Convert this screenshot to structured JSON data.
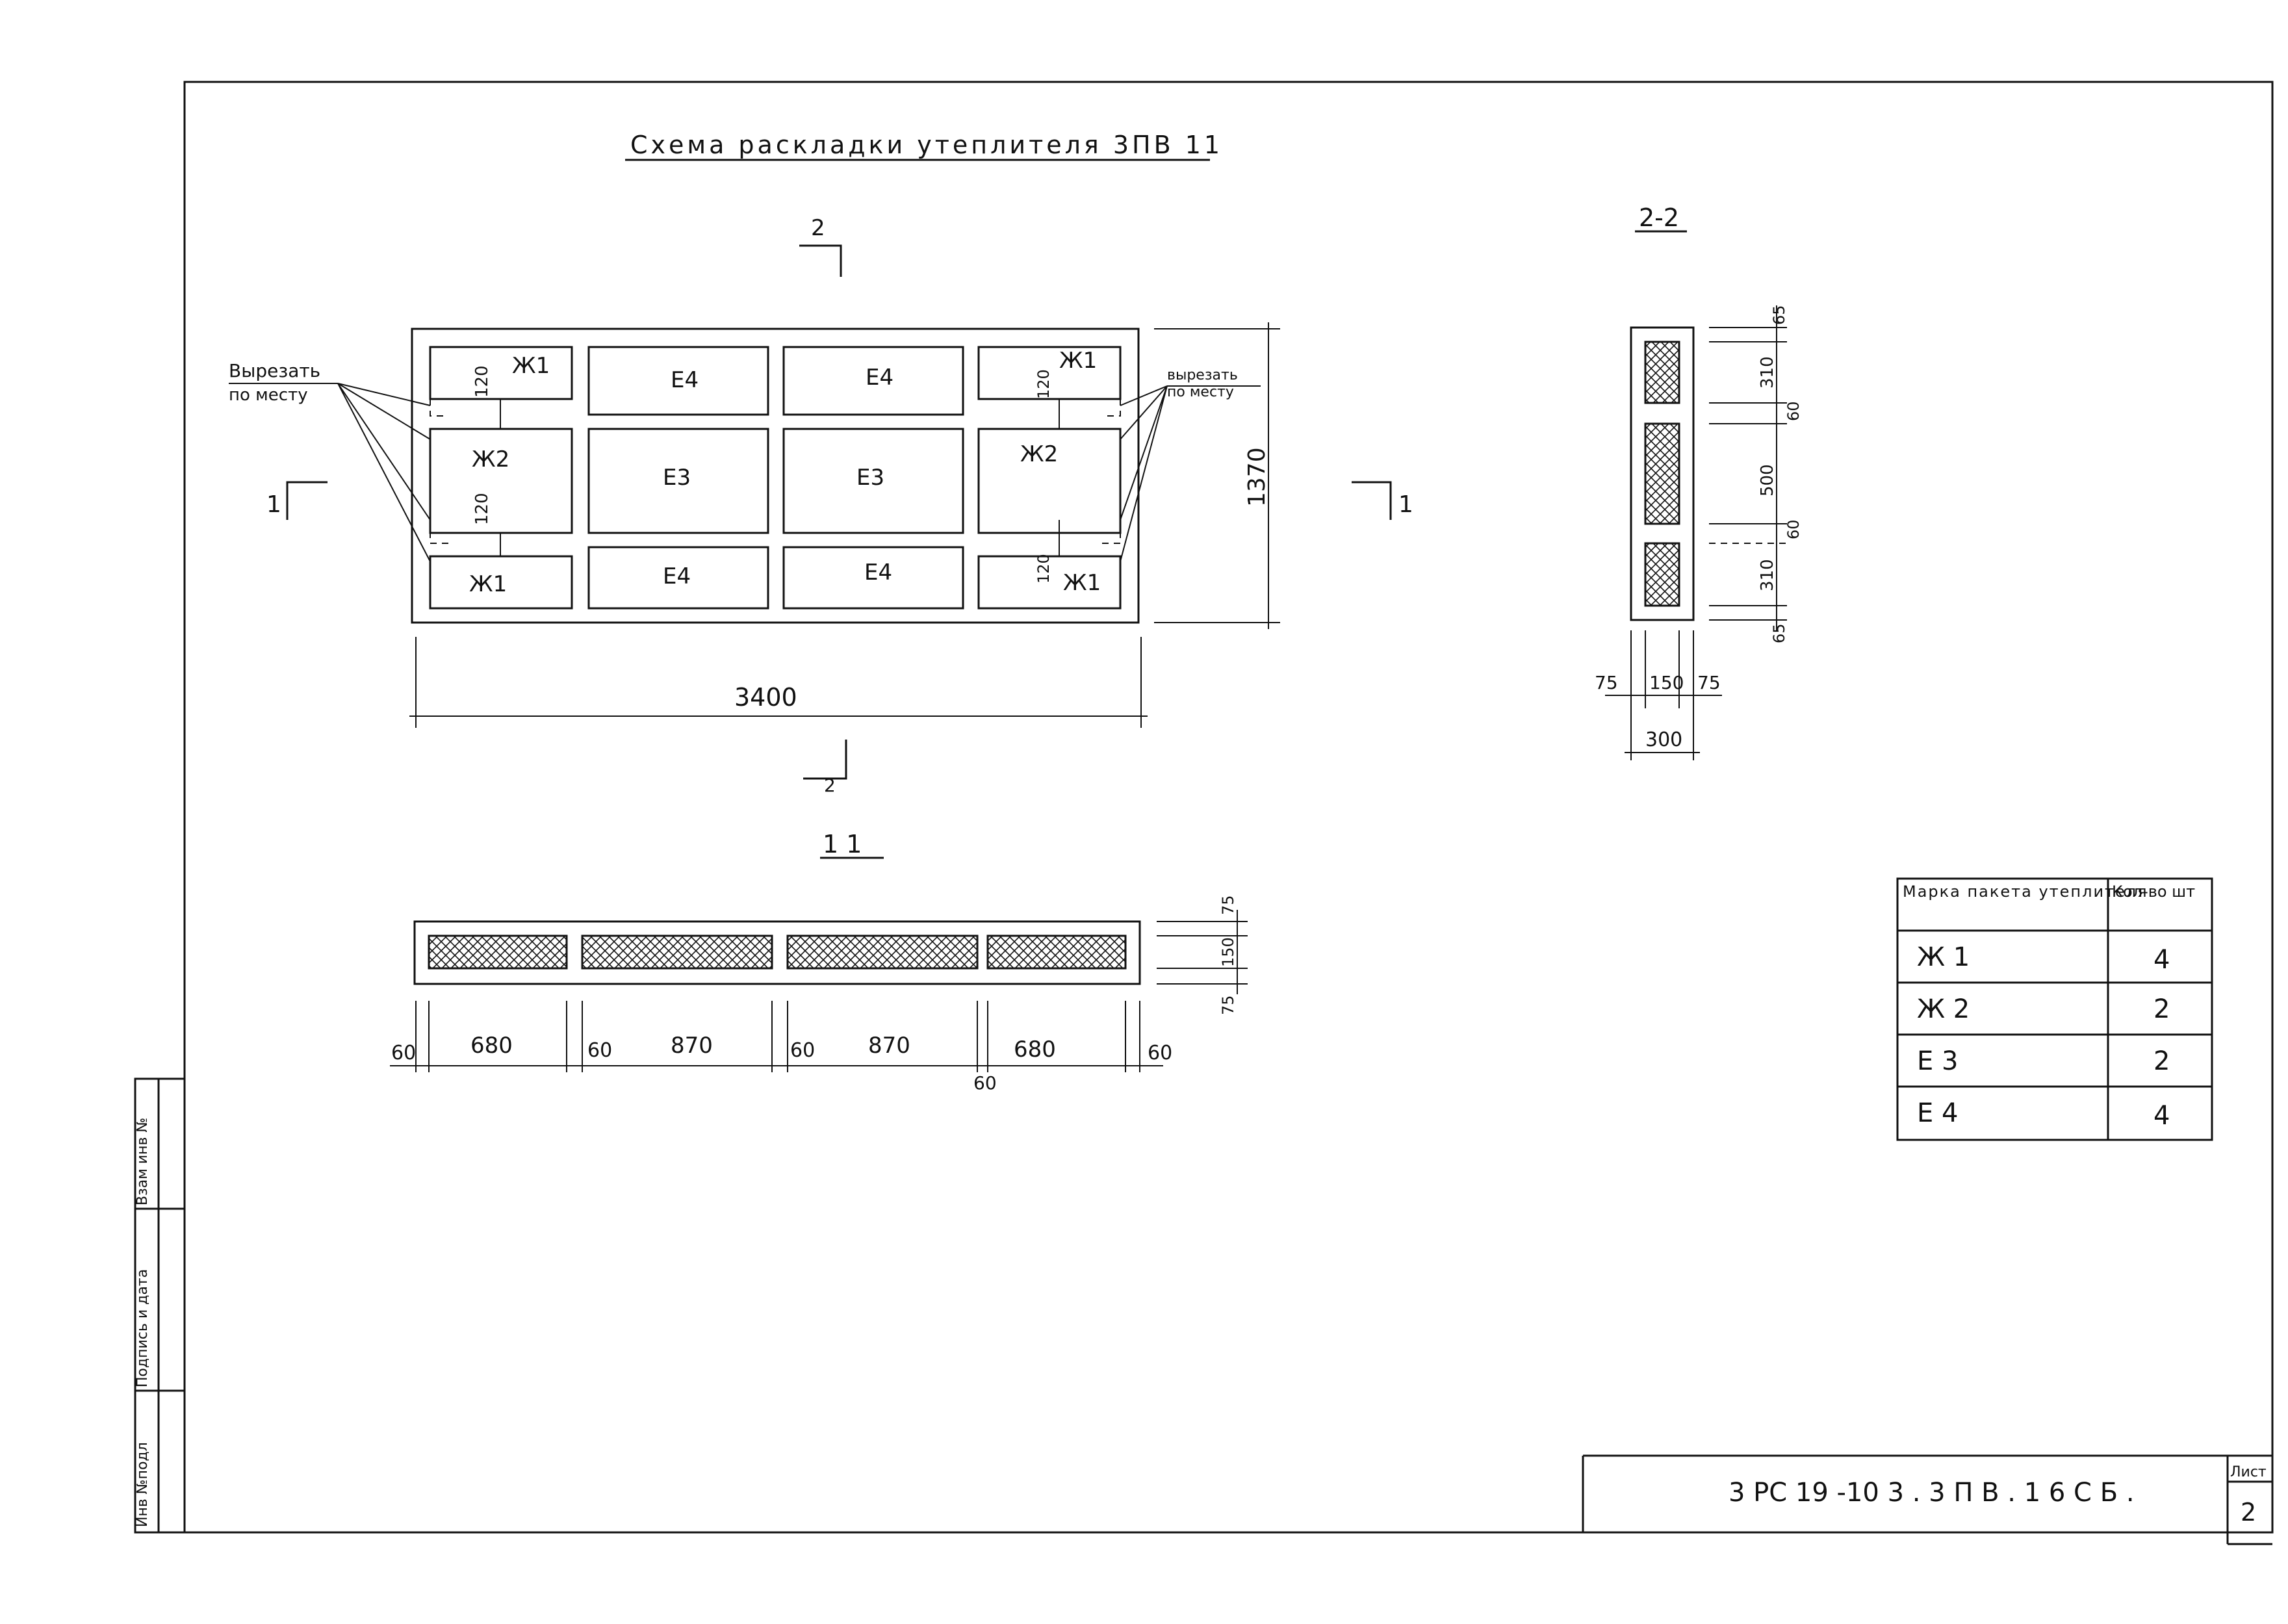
{
  "title": "Схема раскладки утеплителя 3ПВ 11",
  "plan": {
    "cut_label_2": "2",
    "cut_label_1": "1",
    "note_left": [
      "Вырезать",
      "по месту"
    ],
    "note_right": [
      "вырезать",
      "по месту"
    ],
    "dim_length": "3400",
    "dim_height": "1370",
    "dim_120": "120",
    "panels": {
      "zh1": "Ж1",
      "zh2": "Ж2",
      "e3": "Е3",
      "e4": "Е4"
    }
  },
  "section_1_1": {
    "label": "1 1",
    "dims_bottom": [
      "60",
      "680",
      "60",
      "870",
      "60",
      "870",
      "60",
      "680",
      "60"
    ],
    "dims_side": [
      "75",
      "150",
      "75"
    ]
  },
  "section_2_2": {
    "label": "2-2",
    "dims_right": [
      "65",
      "310",
      "60",
      "500",
      "60",
      "310",
      "65"
    ],
    "dims_bottom": [
      "75",
      "150",
      "75"
    ],
    "dim_total": "300"
  },
  "table": {
    "headers": [
      "Марка пакета утеплителя",
      "Кол-во шт"
    ],
    "rows": [
      {
        "mark": "Ж 1",
        "qty": "4"
      },
      {
        "mark": "Ж 2",
        "qty": "2"
      },
      {
        "mark": "Е 3",
        "qty": "2"
      },
      {
        "mark": "Е 4",
        "qty": "4"
      }
    ]
  },
  "stamp": {
    "code": "3 РС 19 -10 3  . 3 П В . 1 6 С Б .",
    "sheet_label": "Лист",
    "sheet_number": "2"
  },
  "side_strip": [
    "Инв №подл",
    "Подпись и дата",
    "Взам инв №"
  ]
}
